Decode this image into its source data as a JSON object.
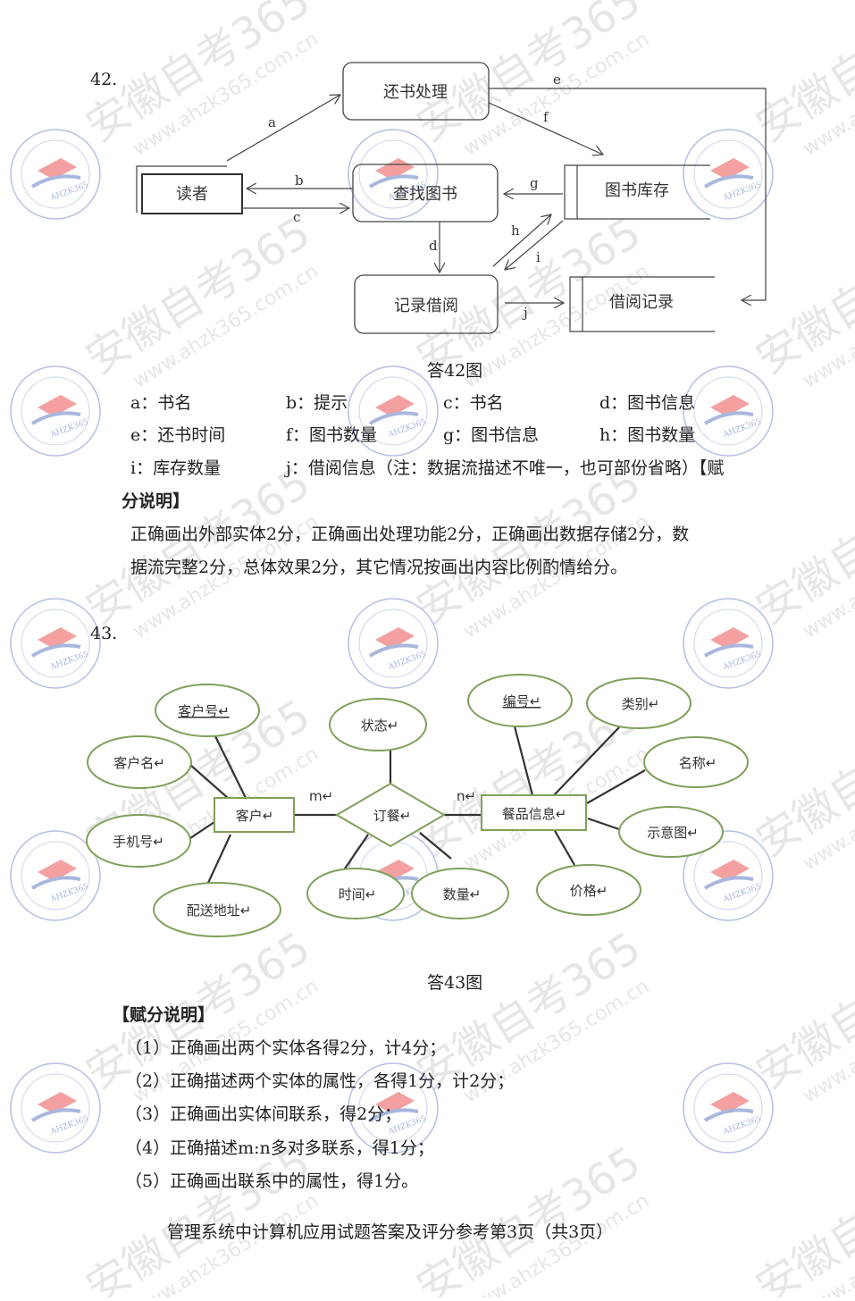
{
  "watermark": {
    "text_cn": "安徽自考365",
    "text_url": "www.ahzk365.com.cn",
    "seal_text": "AHZK365",
    "seal_color": "#9aa9d6",
    "cap_color": "#e85a5a"
  },
  "q42": {
    "number": "42.",
    "diagram": {
      "processes": {
        "return": "还书处理",
        "search": "查找图书",
        "record": "记录借阅"
      },
      "entity": "读者",
      "stores": {
        "inventory": "图书库存",
        "borrow_record": "借阅记录"
      },
      "flows": {
        "a": "a",
        "b": "b",
        "c": "c",
        "d": "d",
        "e": "e",
        "f": "f",
        "g": "g",
        "h": "h",
        "i": "i",
        "j": "j"
      }
    },
    "caption": "答42图",
    "legend": [
      {
        "key": "a：",
        "value": "书名"
      },
      {
        "key": "b：",
        "value": "提示"
      },
      {
        "key": "c：",
        "value": "书名"
      },
      {
        "key": "d：",
        "value": "图书信息"
      },
      {
        "key": "e：",
        "value": "还书时间"
      },
      {
        "key": "f：",
        "value": "图书数量"
      },
      {
        "key": "g：",
        "value": "图书信息"
      },
      {
        "key": "h：",
        "value": "图书数量"
      },
      {
        "key": "i：",
        "value": "库存数量"
      },
      {
        "key": "j：",
        "value": "借阅信息（注：数据流描述不唯一，也可部份省略）【赋"
      }
    ],
    "scoring_title_cont": "分说明】",
    "scoring_lines": [
      "正确画出外部实体2分，正确画出处理功能2分，正确画出数据存储2分，数",
      "据流完整2分，总体效果2分，其它情况按画出内容比例酌情给分。"
    ]
  },
  "q43": {
    "number": "43.",
    "diagram": {
      "entities": {
        "customer": "客户↵",
        "meal": "餐品信息↵"
      },
      "relationship": "订餐↵",
      "cardinality": {
        "m": "m↵",
        "n": "n↵"
      },
      "customer_attrs": {
        "id": "客户号↵",
        "name": "客户名↵",
        "phone": "手机号↵",
        "address": "配送地址↵"
      },
      "relationship_attrs": {
        "status": "状态↵",
        "time": "时间↵",
        "quantity": "数量↵"
      },
      "meal_attrs": {
        "id": "编号↵",
        "category": "类别↵",
        "name": "名称↵",
        "image": "示意图↵",
        "price": "价格↵"
      }
    },
    "caption": "答43图",
    "scoring_title": "【赋分说明】",
    "scoring_lines": [
      "（1）正确画出两个实体各得2分，计4分；",
      "（2）正确描述两个实体的属性，各得1分，计2分；",
      "（3）正确画出实体间联系，得2分；",
      "（4）正确描述m:n多对多联系，得1分；",
      "（5）正确画出联系中的属性，得1分。"
    ]
  },
  "footer": {
    "text": "管理系统中计算机应用试题答案及评分参考第3页（共3页）"
  },
  "colors": {
    "er_outline": "#7fa05a",
    "line": "#333333"
  }
}
